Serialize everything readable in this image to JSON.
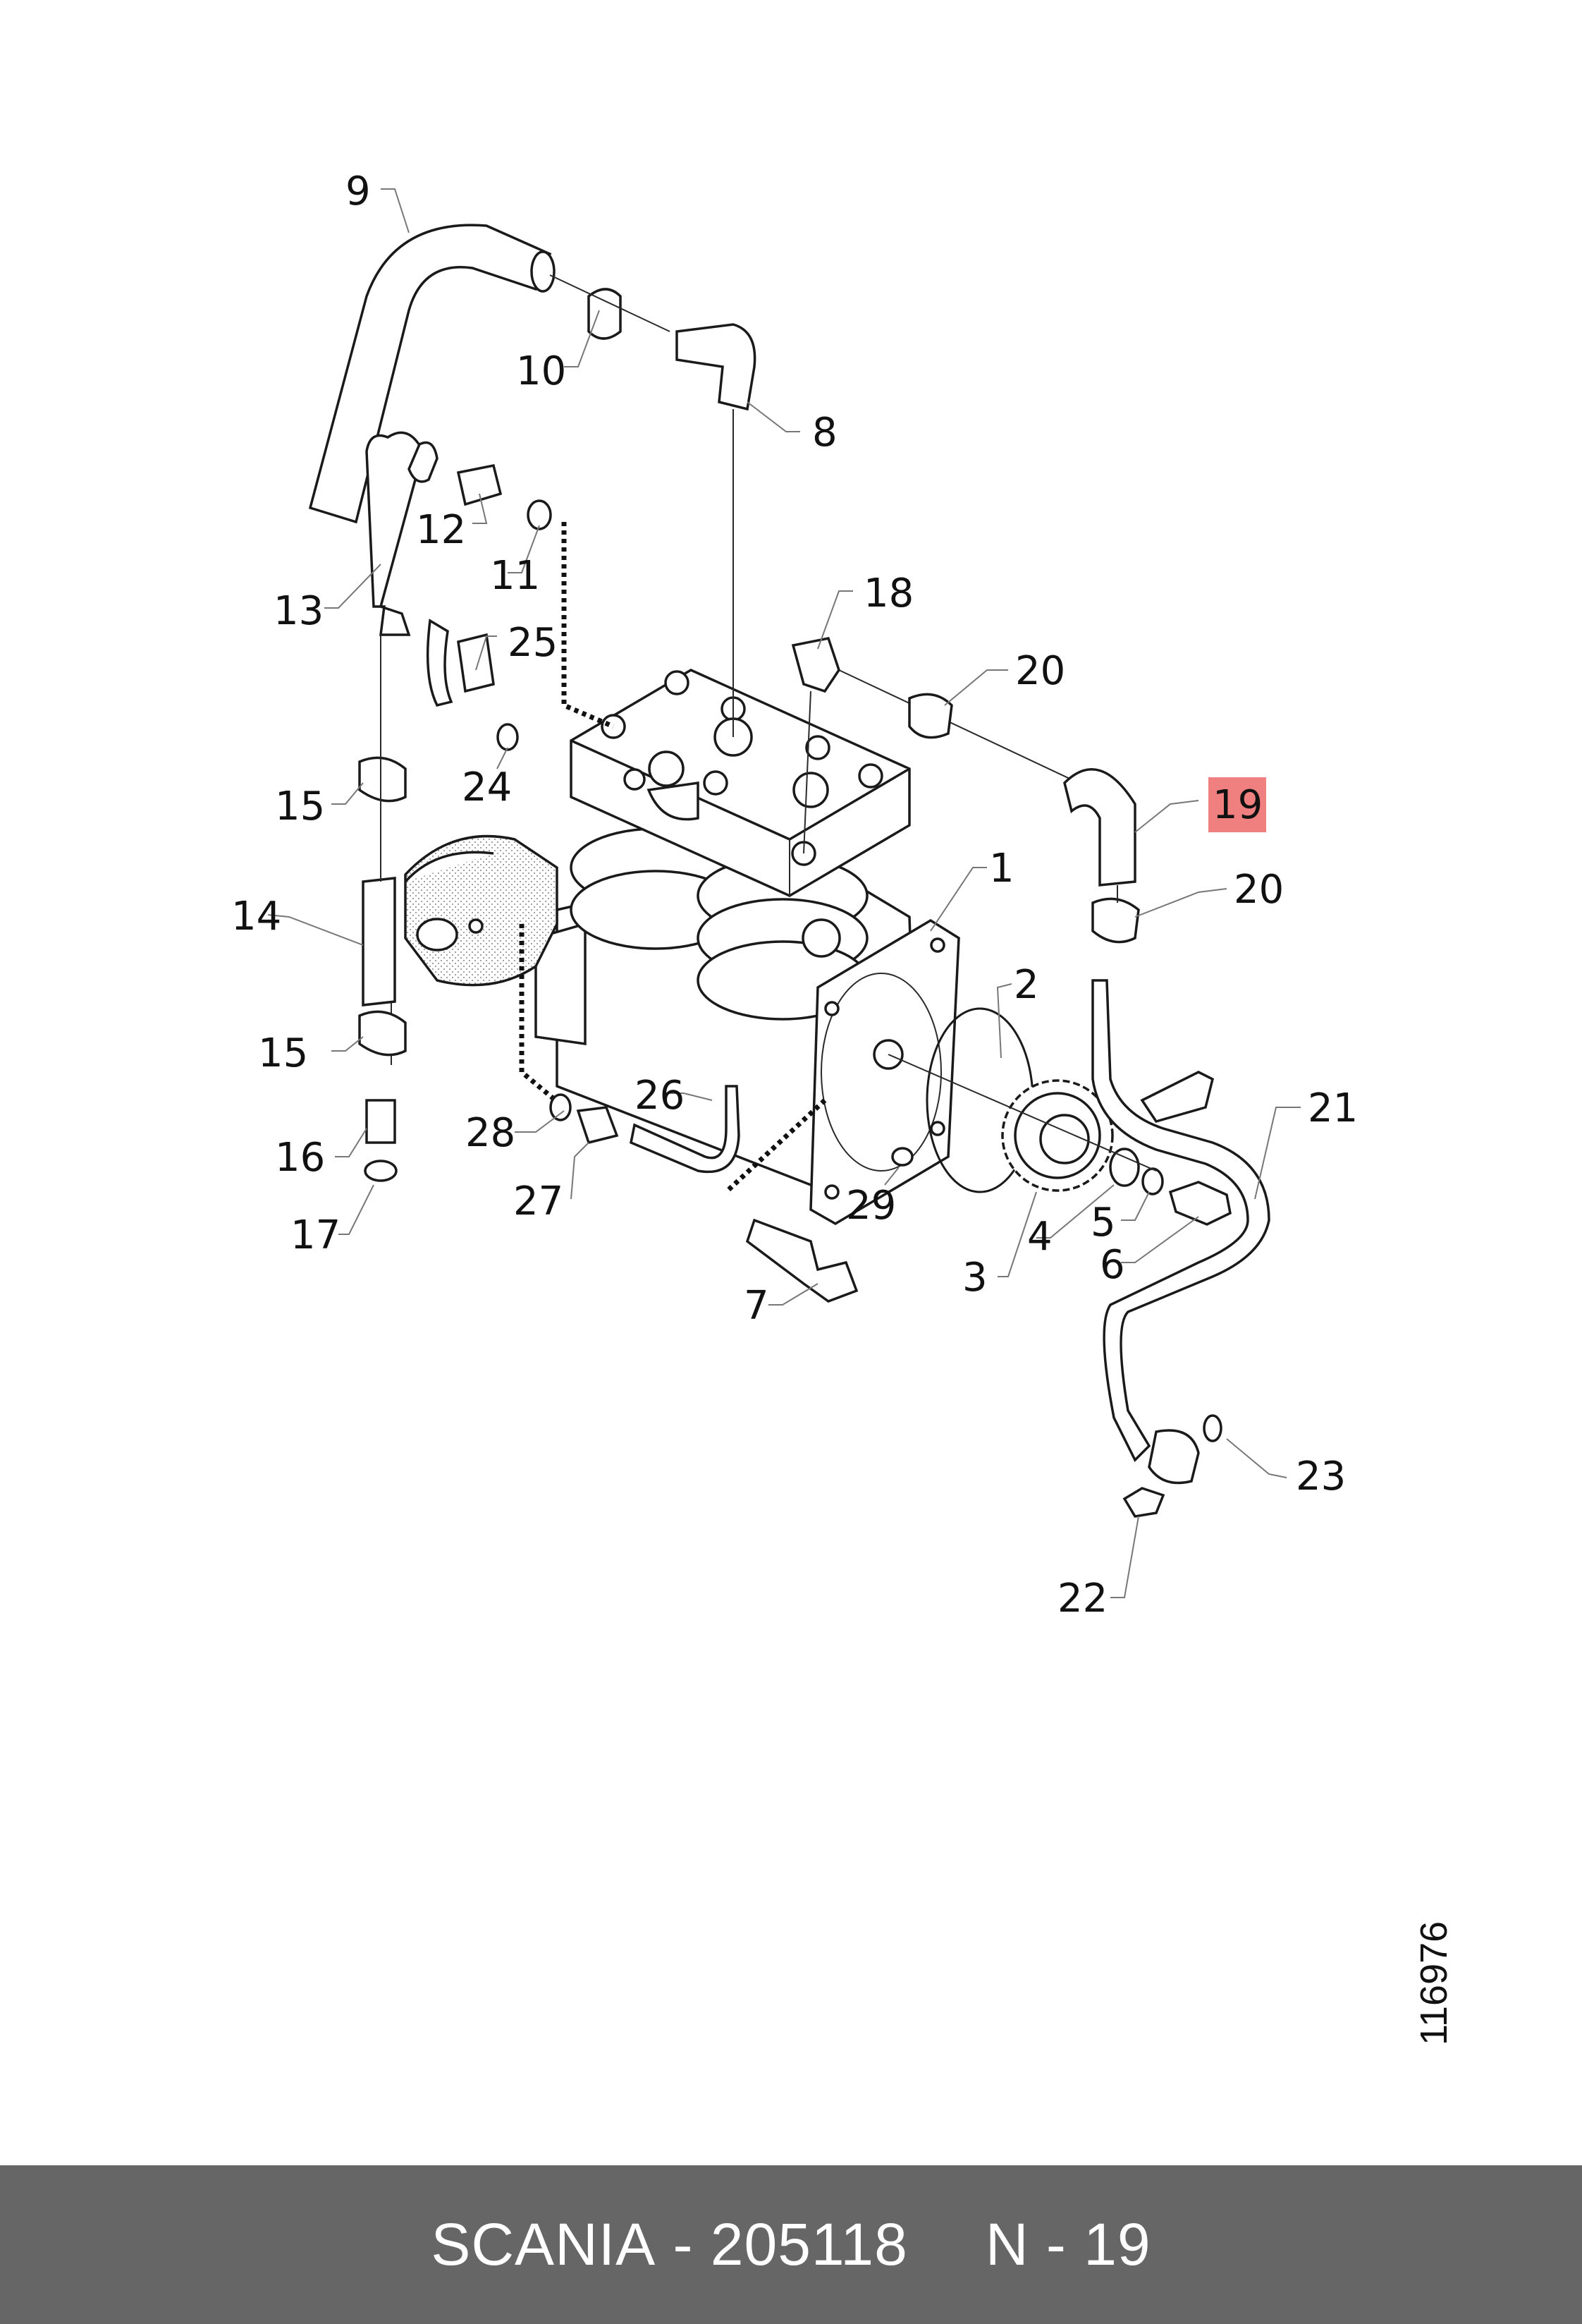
{
  "diagram": {
    "labels": [
      "1",
      "2",
      "3",
      "4",
      "5",
      "6",
      "7",
      "8",
      "9",
      "10",
      "11",
      "12",
      "13",
      "14",
      "15",
      "15",
      "16",
      "17",
      "18",
      "19",
      "20",
      "20",
      "21",
      "22",
      "23",
      "24",
      "25",
      "26",
      "27",
      "28",
      "29"
    ],
    "highlighted_label": "19",
    "highlight_color": "#f08080",
    "catalog_number": "116976"
  },
  "footer": {
    "brand": "SCANIA",
    "separator": "-",
    "part_number": "205118",
    "position_prefix": "N",
    "position_separator": "-",
    "position_number": "19",
    "background_color": "#666666"
  }
}
